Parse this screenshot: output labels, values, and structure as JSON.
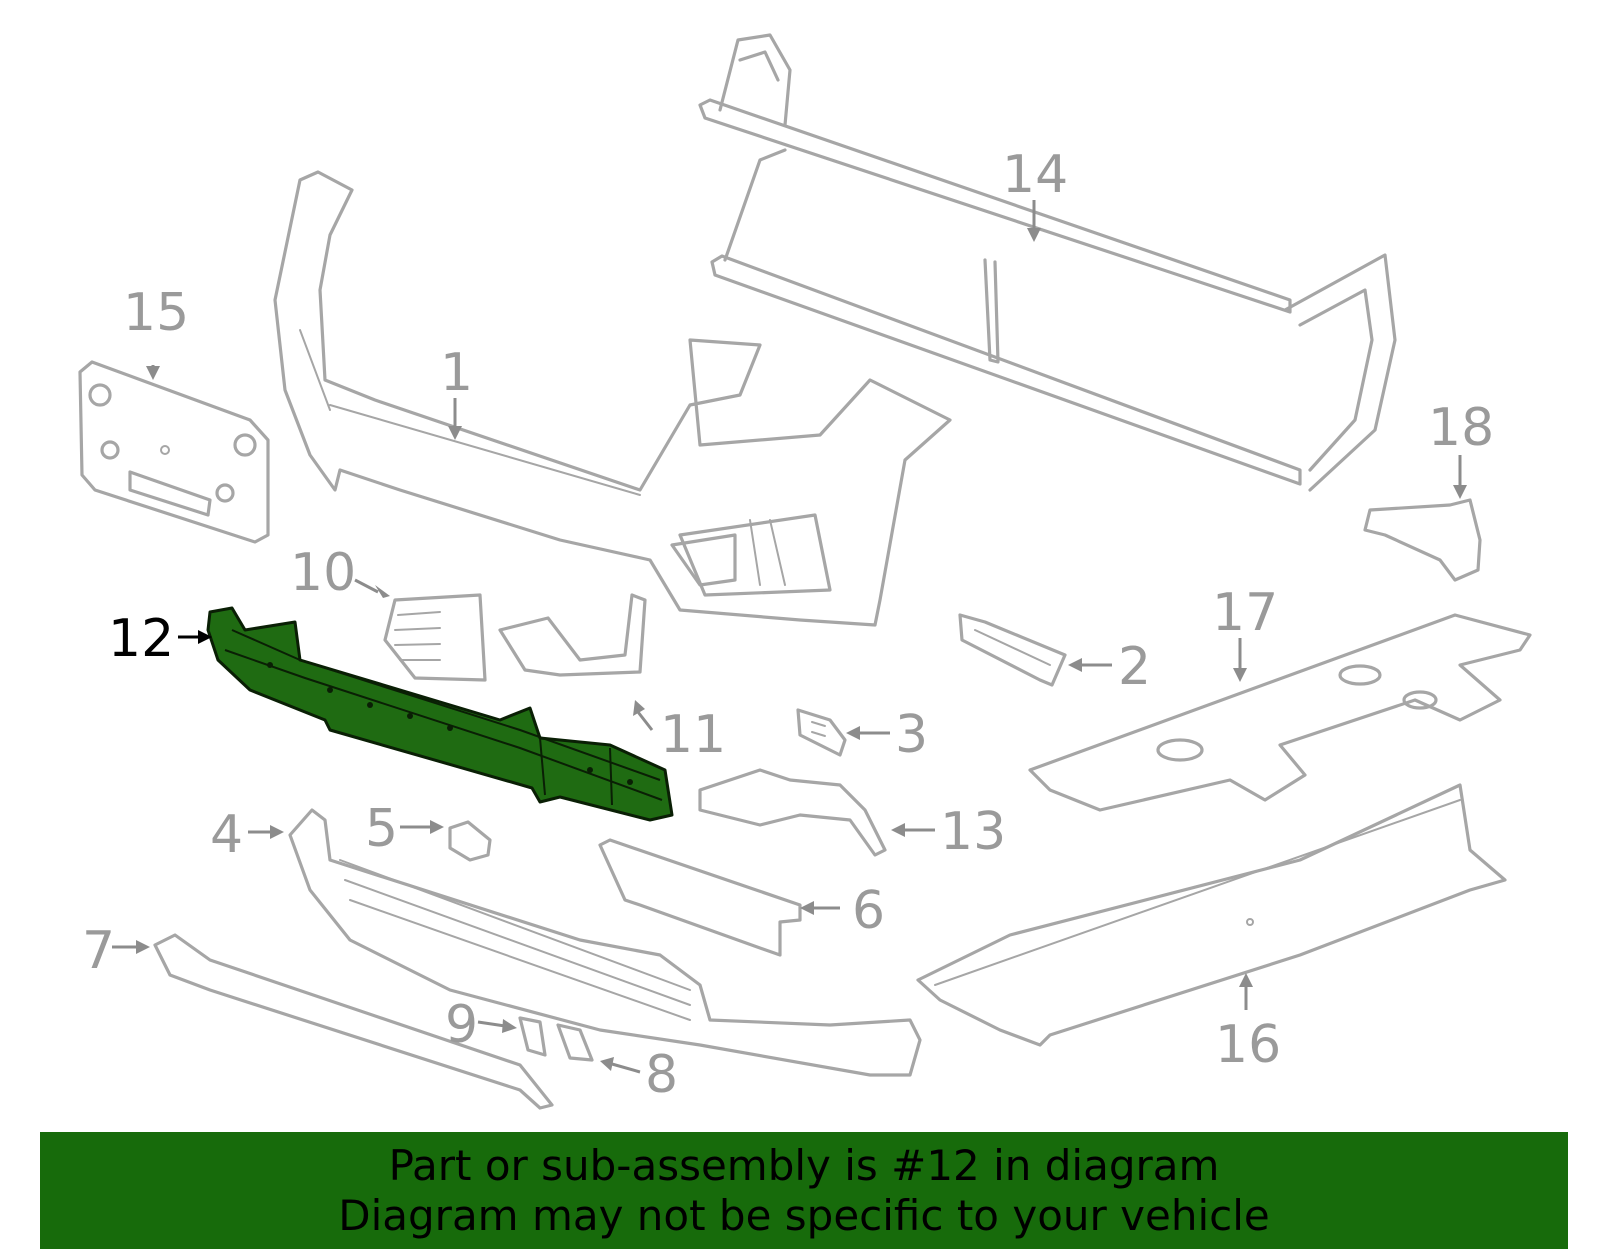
{
  "callouts": [
    {
      "id": "1",
      "label": "1",
      "highlighted": false
    },
    {
      "id": "2",
      "label": "2",
      "highlighted": false
    },
    {
      "id": "3",
      "label": "3",
      "highlighted": false
    },
    {
      "id": "4",
      "label": "4",
      "highlighted": false
    },
    {
      "id": "5",
      "label": "5",
      "highlighted": false
    },
    {
      "id": "6",
      "label": "6",
      "highlighted": false
    },
    {
      "id": "7",
      "label": "7",
      "highlighted": false
    },
    {
      "id": "8",
      "label": "8",
      "highlighted": false
    },
    {
      "id": "9",
      "label": "9",
      "highlighted": false
    },
    {
      "id": "10",
      "label": "10",
      "highlighted": false
    },
    {
      "id": "11",
      "label": "11",
      "highlighted": false
    },
    {
      "id": "12",
      "label": "12",
      "highlighted": true
    },
    {
      "id": "13",
      "label": "13",
      "highlighted": false
    },
    {
      "id": "14",
      "label": "14",
      "highlighted": false
    },
    {
      "id": "15",
      "label": "15",
      "highlighted": false
    },
    {
      "id": "16",
      "label": "16",
      "highlighted": false
    },
    {
      "id": "17",
      "label": "17",
      "highlighted": false
    },
    {
      "id": "18",
      "label": "18",
      "highlighted": false
    }
  ],
  "banner": {
    "line1": "Part or sub-assembly is #12 in diagram",
    "line2": "Diagram may not be specific to your vehicle"
  },
  "colors": {
    "highlight_part": "#1f6b12",
    "banner_background": "#176b0b",
    "callout_text": "#9a9a9a",
    "active_callout_text": "#000000"
  }
}
